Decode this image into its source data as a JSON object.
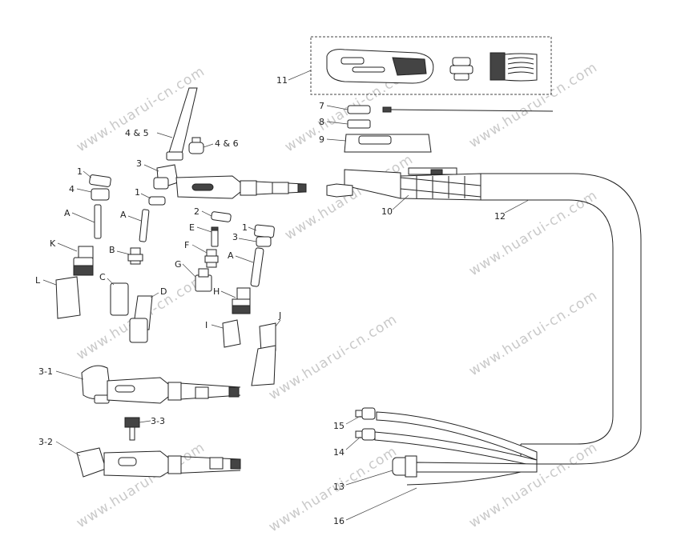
{
  "labels": {
    "l1a": "1",
    "l4a": "4",
    "lAa": "A",
    "lK": "K",
    "lL": "L",
    "l45": "4 & 5",
    "l46": "4 & 6",
    "l3a": "3",
    "l1b": "1",
    "lAb": "A",
    "lB": "B",
    "lC": "C",
    "lD": "D",
    "l2": "2",
    "lE": "E",
    "lF": "F",
    "lG": "G",
    "l1c": "1",
    "l3b": "3",
    "lAc": "A",
    "lH": "H",
    "lI": "I",
    "lJ": "J",
    "l31": "3-1",
    "l33": "3-3",
    "l32": "3-2",
    "l11": "11",
    "l7": "7",
    "l8": "8",
    "l9": "9",
    "l10": "10",
    "l12": "12",
    "l15": "15",
    "l14": "14",
    "l13": "13",
    "l16": "16"
  },
  "watermark": "www.huarui-cn.com"
}
